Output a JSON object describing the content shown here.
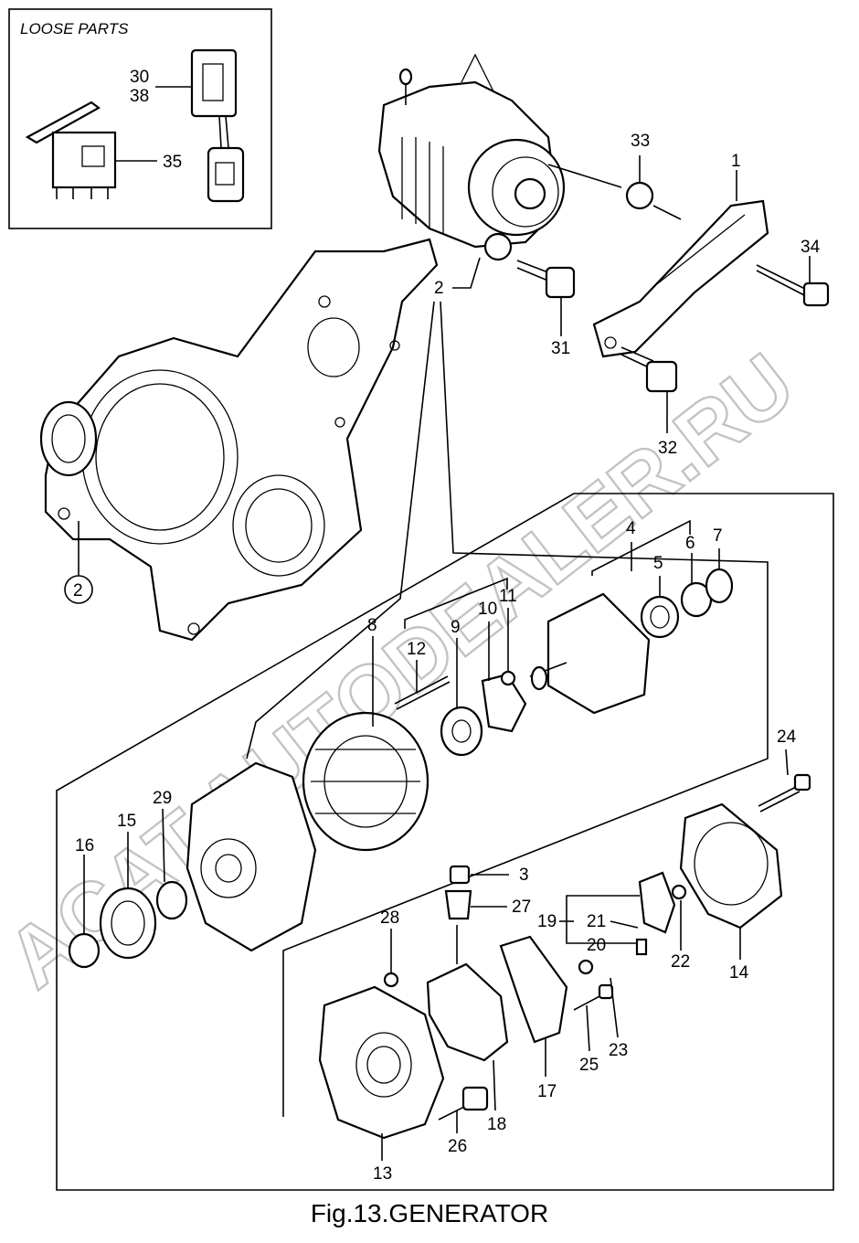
{
  "caption": "Fig.13.GENERATOR",
  "loose_parts_title": "LOOSE PARTS",
  "watermark": "ACAT.AUTODEALER.RU",
  "callouts": [
    {
      "id": "c30",
      "text": "30"
    },
    {
      "id": "c38",
      "text": "38"
    },
    {
      "id": "c35",
      "text": "35"
    },
    {
      "id": "c33",
      "text": "33"
    },
    {
      "id": "c1",
      "text": "1"
    },
    {
      "id": "c34",
      "text": "34"
    },
    {
      "id": "c2a",
      "text": "2"
    },
    {
      "id": "c31",
      "text": "31"
    },
    {
      "id": "c32",
      "text": "32"
    },
    {
      "id": "c2b",
      "text": "2"
    },
    {
      "id": "c4",
      "text": "4"
    },
    {
      "id": "c5",
      "text": "5"
    },
    {
      "id": "c6",
      "text": "6"
    },
    {
      "id": "c7",
      "text": "7"
    },
    {
      "id": "c8",
      "text": "8"
    },
    {
      "id": "c9",
      "text": "9"
    },
    {
      "id": "c10",
      "text": "10"
    },
    {
      "id": "c11",
      "text": "11"
    },
    {
      "id": "c12",
      "text": "12"
    },
    {
      "id": "c24",
      "text": "24"
    },
    {
      "id": "c29",
      "text": "29"
    },
    {
      "id": "c15",
      "text": "15"
    },
    {
      "id": "c16",
      "text": "16"
    },
    {
      "id": "c3",
      "text": "3"
    },
    {
      "id": "c27",
      "text": "27"
    },
    {
      "id": "c19",
      "text": "19"
    },
    {
      "id": "c21",
      "text": "21"
    },
    {
      "id": "c20",
      "text": "20"
    },
    {
      "id": "c22",
      "text": "22"
    },
    {
      "id": "c14",
      "text": "14"
    },
    {
      "id": "c28",
      "text": "28"
    },
    {
      "id": "c23",
      "text": "23"
    },
    {
      "id": "c25",
      "text": "25"
    },
    {
      "id": "c17",
      "text": "17"
    },
    {
      "id": "c18",
      "text": "18"
    },
    {
      "id": "c26",
      "text": "26"
    },
    {
      "id": "c13",
      "text": "13"
    }
  ]
}
